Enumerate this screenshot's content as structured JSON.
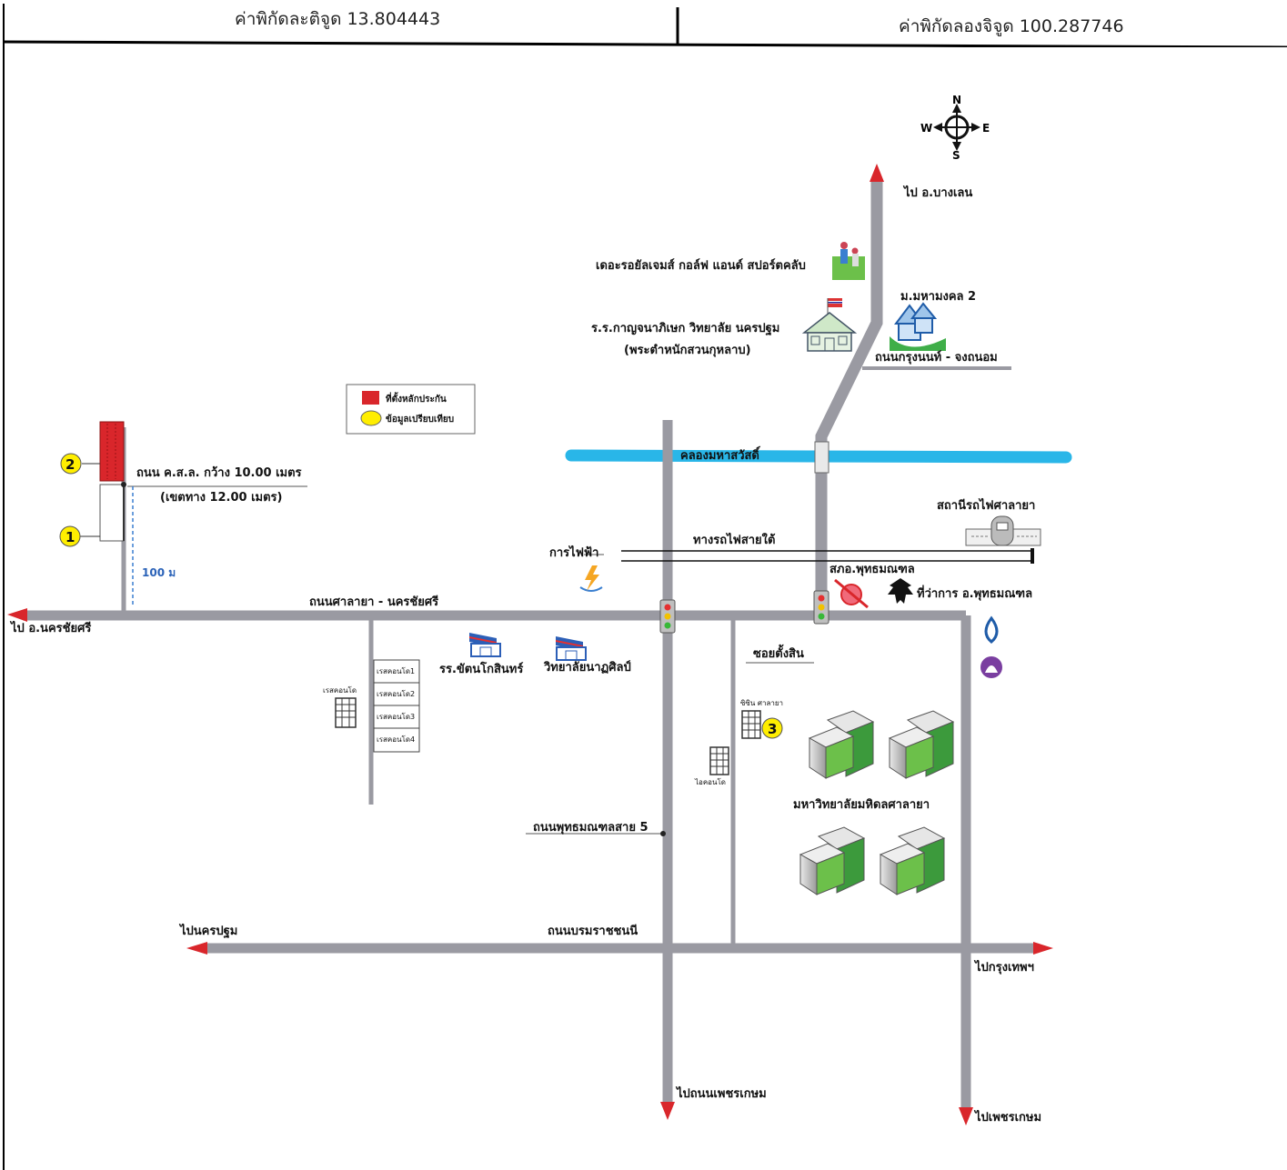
{
  "header": {
    "latitude": "ค่าพิกัดละติจูด 13.804443",
    "longitude": "ค่าพิกัดลองจิจูด 100.287746"
  },
  "compass": {
    "n": "N",
    "s": "S",
    "e": "E",
    "w": "W"
  },
  "legend": {
    "subject": "ที่ตั้งหลักประกัน",
    "comparable": "ข้อมูลเปรียบเทียบ",
    "subject_color": "#d9262b",
    "comparable_color": "#ffee00"
  },
  "markers": {
    "m1": "1",
    "m2": "2",
    "m3": "3"
  },
  "labels": {
    "to_banglen": "ไป อ.บางเลน",
    "golf": "เดอะรอยัลเจมส์ กอล์ฟ แอนด์ สปอร์ตคลับ",
    "mahamongkol": "ม.มหามงคล 2",
    "school1": "ร.ร.กาญจนาภิเษก วิทยาลัย นครปฐม",
    "school1b": "(พระตำหนักสวนกุหลาบ)",
    "krungnon": "ถนนกรุงนนท์ - จงถนอม",
    "canal": "คลองมหาสวัสดิ์",
    "station": "สถานีรถไฟศาลายา",
    "railway": "ทางรถไฟสายใต้",
    "pea": "การไฟฟ้า",
    "police": "สภอ.พุทธมณฑล",
    "district_office": "ที่ว่าการ อ.พุทธมณฑล",
    "soi_road": "ถนน ค.ส.ล. กว้าง 10.00 เมตร",
    "soi_road_b": "(เขตทาง 12.00 เมตร)",
    "distance": "100 ม",
    "salaya_road": "ถนนศาลายา - นครชัยศรี",
    "to_nakhonchaisi": "ไป อ.นครชัยศรี",
    "school2": "รร.ขัตนโกสินทร์",
    "college": "วิทยาลัยนาฏศิลป์",
    "soi_tangsin": "ซอยตั้งสิน",
    "condo_left": "เรสคอนโด",
    "condo_a": "เรสคอนโด1",
    "condo_b": "เรสคอนโด2",
    "condo_c": "เรสคอนโด3",
    "condo_d": "เรสคอนโด4",
    "sisin": "ซิซิน ศาลายา",
    "icondo": "ไอคอนโด",
    "mahidol": "มหาวิทยาลัยมหิดลศาลายา",
    "phutthamonthon5": "ถนนพุทธมณฑลสาย 5",
    "to_nakhonpathom": "ไปนครปฐม",
    "borommaratchachonnani": "ถนนบรมราชชนนี",
    "to_bangkok": "ไปกรุงเทพฯ",
    "to_phetkasem_road": "ไปถนนเพชรเกษม",
    "to_phetkasem": "ไปเพชรเกษม"
  }
}
